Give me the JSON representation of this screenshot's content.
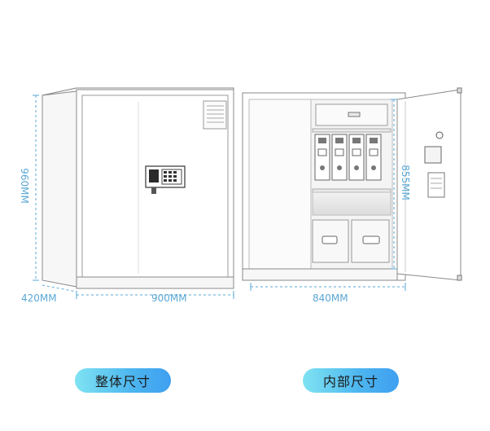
{
  "dimensions": {
    "height": "960MM",
    "depth": "420MM",
    "width": "900MM",
    "inner_width": "840MM",
    "inner_height": "855MM"
  },
  "captions": {
    "overall": "整体尺寸",
    "interior": "内部尺寸"
  },
  "colors": {
    "dimension_line": "#5aa7d6",
    "outline": "#8a8a8a",
    "pill_start": "#7fe3f2",
    "pill_end": "#3f9ff0"
  }
}
